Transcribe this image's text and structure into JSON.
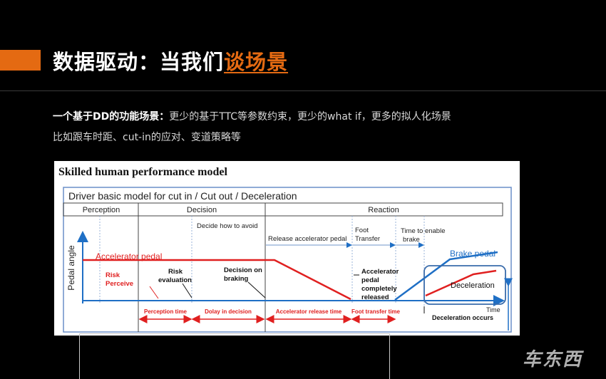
{
  "title": {
    "prefix": "数据驱动：当我们",
    "accent": "谈场景"
  },
  "text": {
    "line1_bold": "一个基于DD的功能场景：",
    "line1_rest": "更少的基于TTC等参数约束，更少的what if，更多的拟人化场景",
    "line2": "比如跟车时距、cut-in的应对、变道策略等"
  },
  "figure": {
    "heading": "Skilled human performance model",
    "subheading": "Driver basic model for cut in / Cut out / Deceleration",
    "phases": [
      "Perception",
      "Decision",
      "Reaction"
    ],
    "step_labels": {
      "decide_avoid": "Decide how to avoid",
      "release_pedal": "Release accelerator pedal",
      "foot": "Foot",
      "transfer": "Transfer",
      "time_enable": "Time to enable",
      "brake": "brake"
    },
    "y_axis": "Pedal angle",
    "x_axis": "Time",
    "curves": {
      "accelerator": "Accelerator  pedal",
      "brake": "Brake pedal",
      "deceleration": "Deceleration"
    },
    "events": {
      "risk_perceive": [
        "Risk",
        "Perceive"
      ],
      "risk_evaluation": [
        "Risk",
        "evaluation"
      ],
      "decision_braking": [
        "Decision on",
        "braking"
      ],
      "accel_released": [
        "Accelerator",
        "pedal",
        "completely",
        "released"
      ],
      "deceleration_occurs": "Deceleration occurs"
    },
    "intervals": [
      "Perception time",
      "Dolay in decision",
      "Accelerator release time",
      "Foot transfer time"
    ],
    "colors": {
      "red": "#e02020",
      "blue": "#1f6fc5",
      "frame": "#6a8fc8"
    }
  },
  "watermark": "车东西"
}
